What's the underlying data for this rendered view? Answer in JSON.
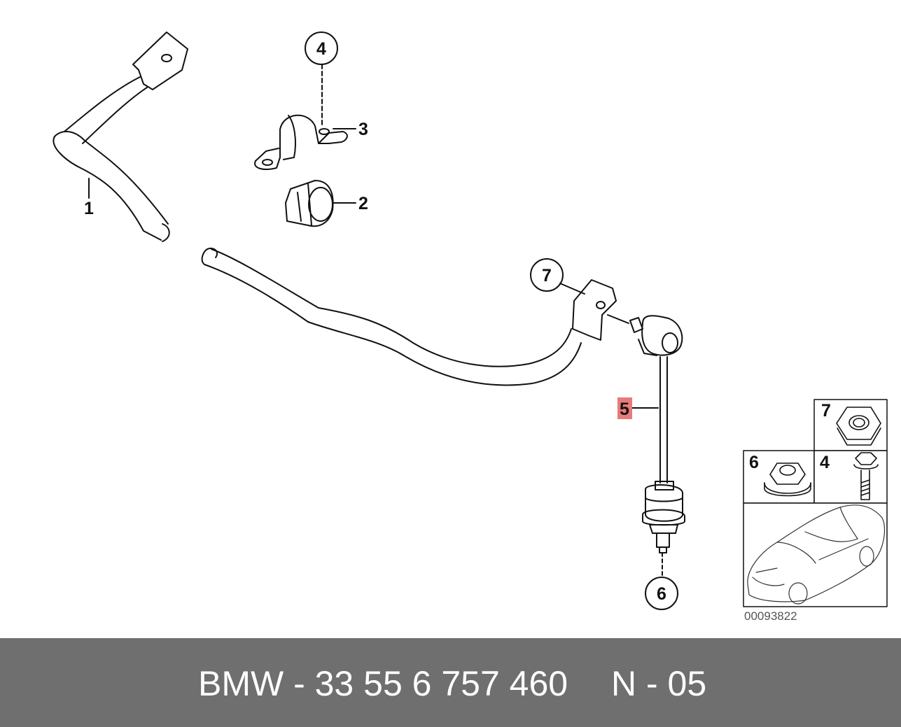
{
  "diagram": {
    "callouts": {
      "c1": "1",
      "c2": "2",
      "c3": "3",
      "c4": "4",
      "c5": "5",
      "c6": "6",
      "c7": "7"
    },
    "inset_labels": {
      "nut7": "7",
      "nut6": "6",
      "bolt4": "4"
    },
    "highlight_color": "#e87a7a",
    "line_color": "#111111",
    "drawing_number": "00093822"
  },
  "footer": {
    "part_number": "BMW - 33 55 6 757 460",
    "variant": "N - 05",
    "background": "#6f6f6f"
  }
}
